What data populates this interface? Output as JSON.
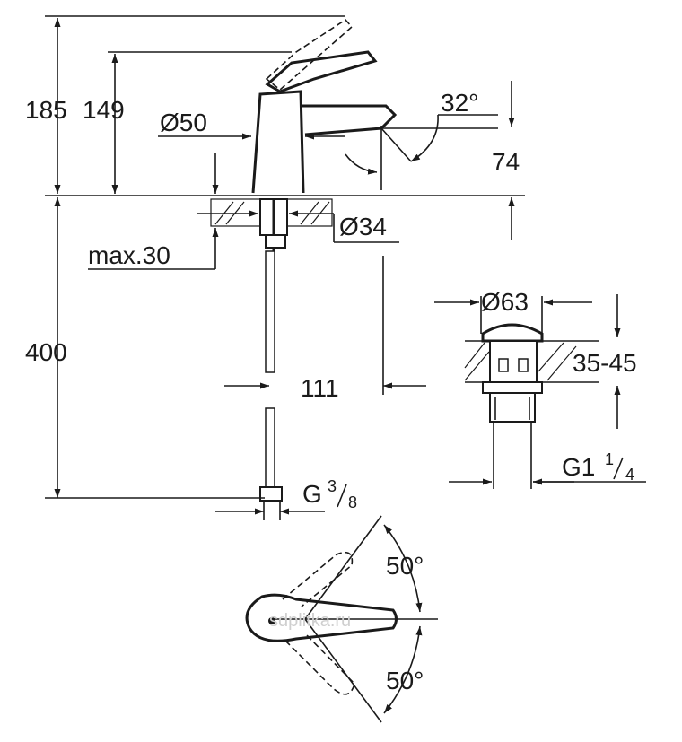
{
  "dimensions": {
    "total_height": "185",
    "spout_height": "149",
    "body_diameter": "Ø50",
    "spout_angle": "32°",
    "spout_outlet_height": "74",
    "hole_diameter": "Ø34",
    "max_thickness": "max.30",
    "hose_length": "400",
    "spout_reach": "111",
    "connection_thread": "G",
    "connection_thread_num": "3",
    "connection_thread_den": "8",
    "waste_diameter": "Ø63",
    "waste_thickness": "35-45",
    "waste_thread": "G1",
    "waste_thread_num": "1",
    "waste_thread_den": "4",
    "rotation_left": "50°",
    "rotation_right": "50°"
  },
  "watermark": "sdplitka.ru"
}
